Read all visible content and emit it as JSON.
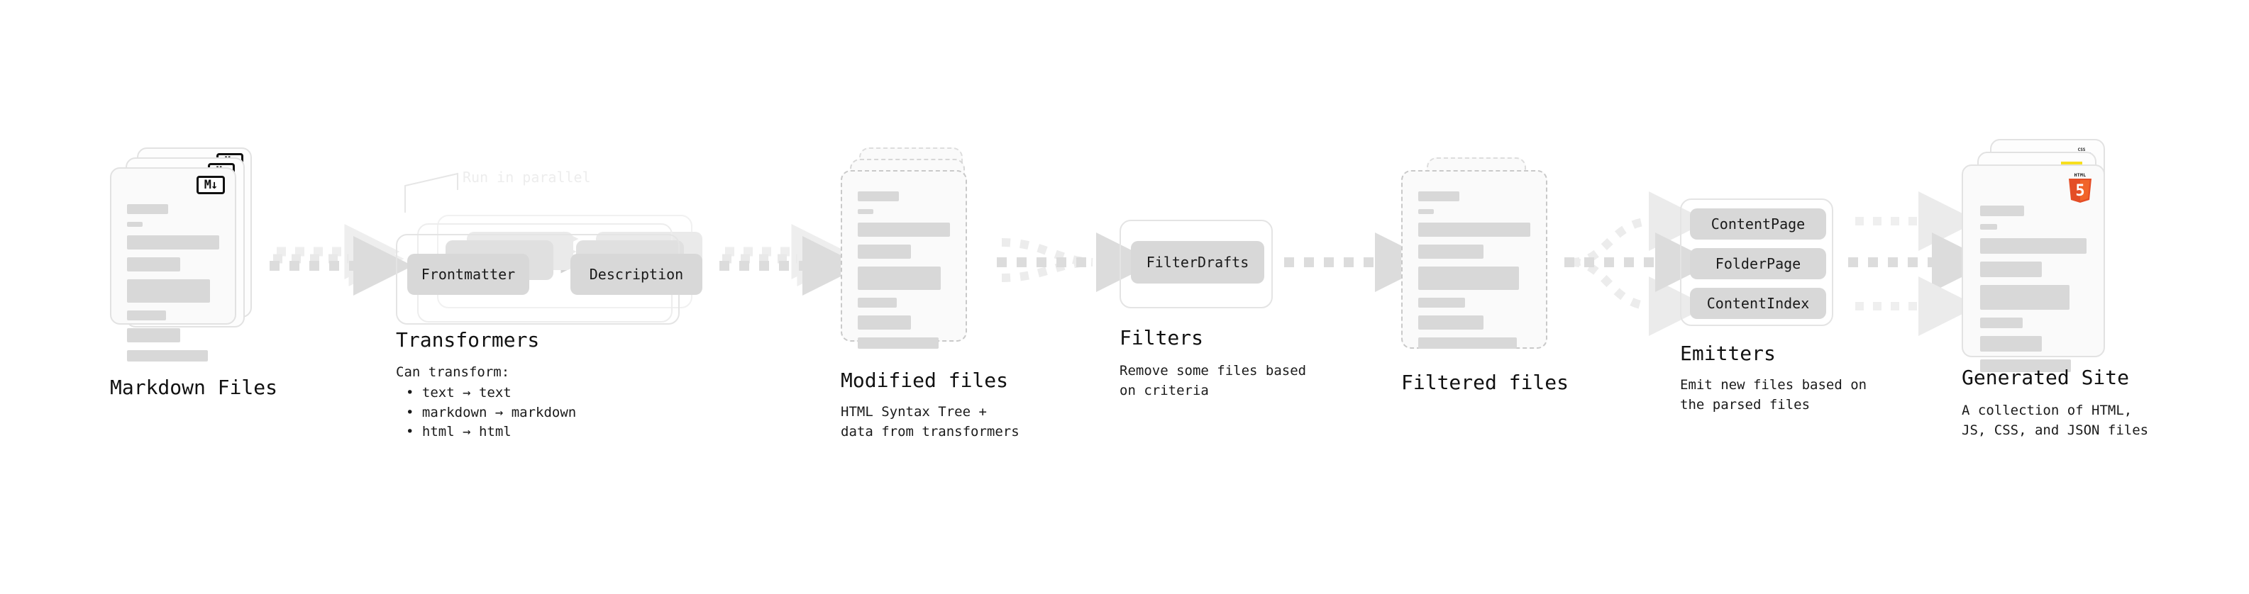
{
  "diagram": {
    "title_font": "monospace",
    "background": "#ffffff",
    "accent_gray": "#d8d8d8",
    "arrow_gray": "#dcdcdc",
    "border_gray": "#e4e4e4"
  },
  "stages": [
    {
      "id": "markdown-files",
      "title": "Markdown Files",
      "subtitle": "",
      "icon": "markdown-badge",
      "icon_label": "M↓"
    },
    {
      "id": "transformers",
      "title": "Transformers",
      "subtitle": "Can transform:",
      "parallel_label": "Run in parallel",
      "pills": [
        "Frontmatter",
        "Description"
      ],
      "bullets": [
        "• text → text",
        "• markdown → markdown",
        "• html → html"
      ]
    },
    {
      "id": "modified-files",
      "title": "Modified files",
      "subtitle": "HTML Syntax Tree +\ndata from transformers"
    },
    {
      "id": "filters",
      "title": "Filters",
      "subtitle": "Remove some files based\non criteria",
      "pills": [
        "FilterDrafts"
      ]
    },
    {
      "id": "filtered-files",
      "title": "Filtered files",
      "subtitle": ""
    },
    {
      "id": "emitters",
      "title": "Emitters",
      "subtitle": "Emit new files based on\nthe parsed files",
      "pills": [
        "ContentPage",
        "FolderPage",
        "ContentIndex"
      ]
    },
    {
      "id": "generated-site",
      "title": "Generated Site",
      "subtitle": "A collection of HTML,\nJS, CSS, and JSON files",
      "icons": [
        "html5-logo",
        "js-logo",
        "css3-logo"
      ],
      "html5_top_label": "HTML",
      "html5_number": "5",
      "css3_label": "CSS"
    }
  ]
}
